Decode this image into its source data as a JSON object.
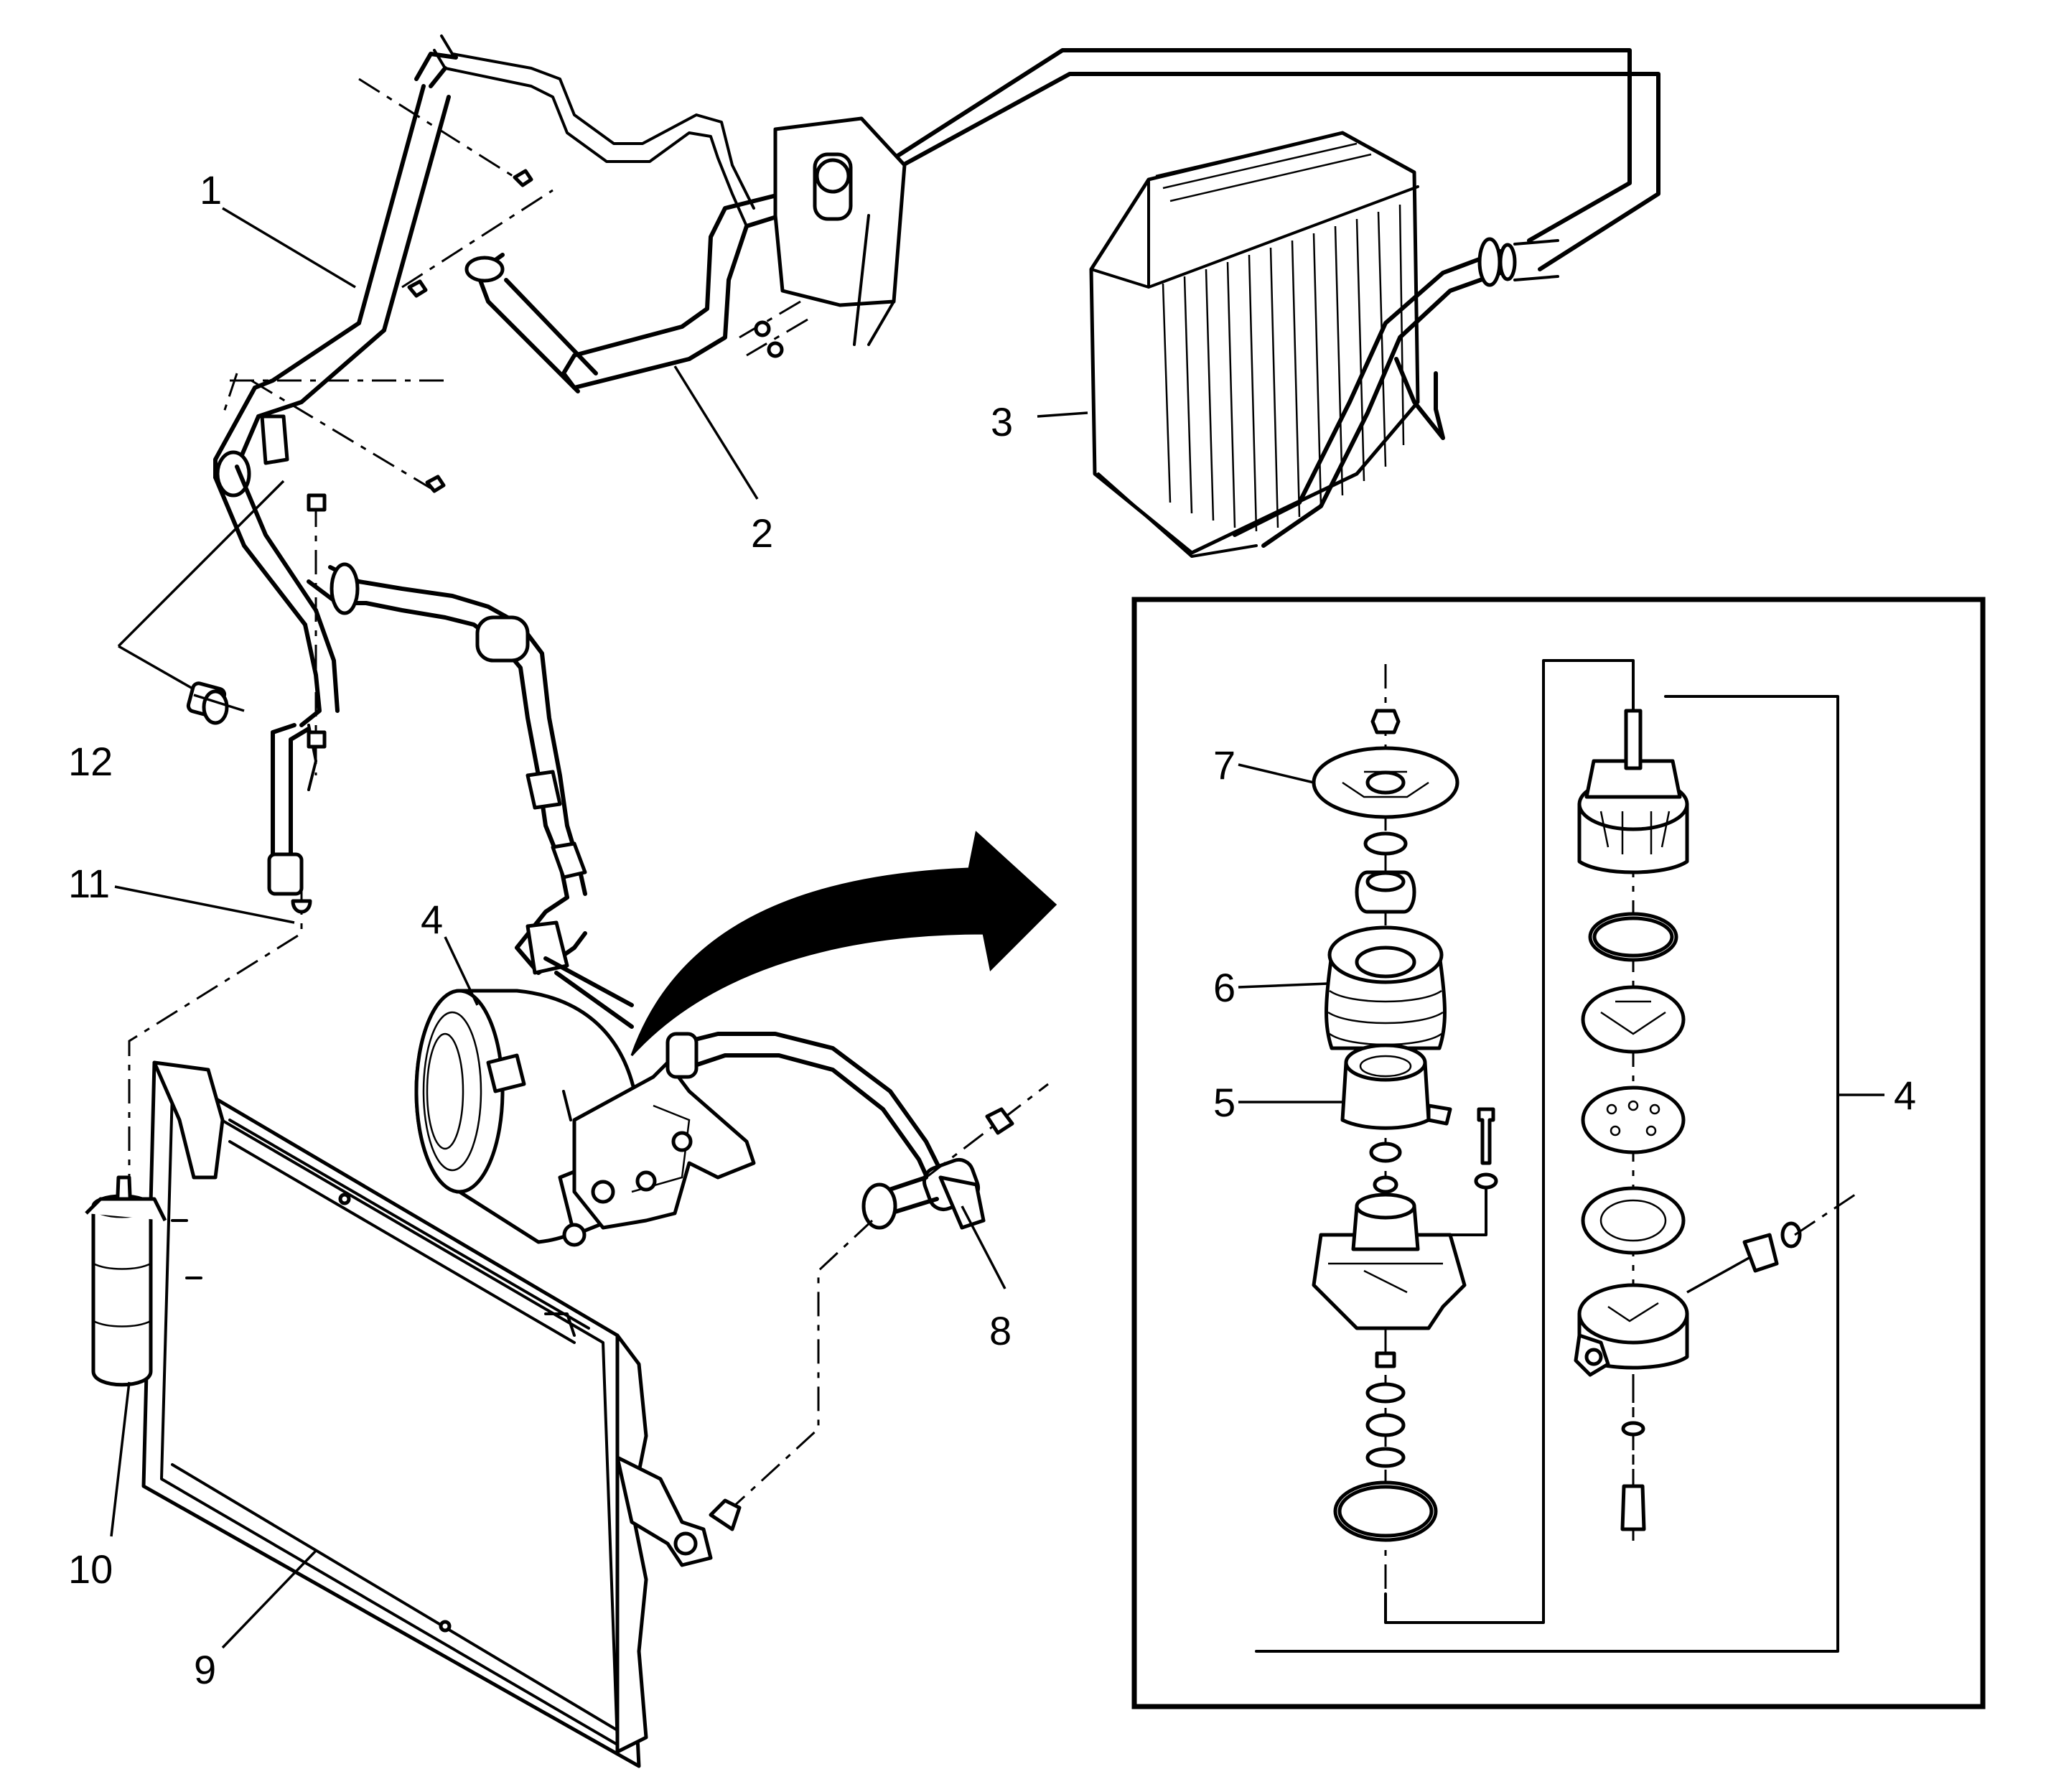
{
  "callouts": {
    "c1": "1",
    "c2": "2",
    "c3": "3",
    "c4a": "4",
    "c4b": "4",
    "c5": "5",
    "c6": "6",
    "c7": "7",
    "c8": "8",
    "c9": "9",
    "c10": "10",
    "c11": "11",
    "c12": "12"
  },
  "icons": {
    "arrow": "curved-arrow-icon"
  }
}
